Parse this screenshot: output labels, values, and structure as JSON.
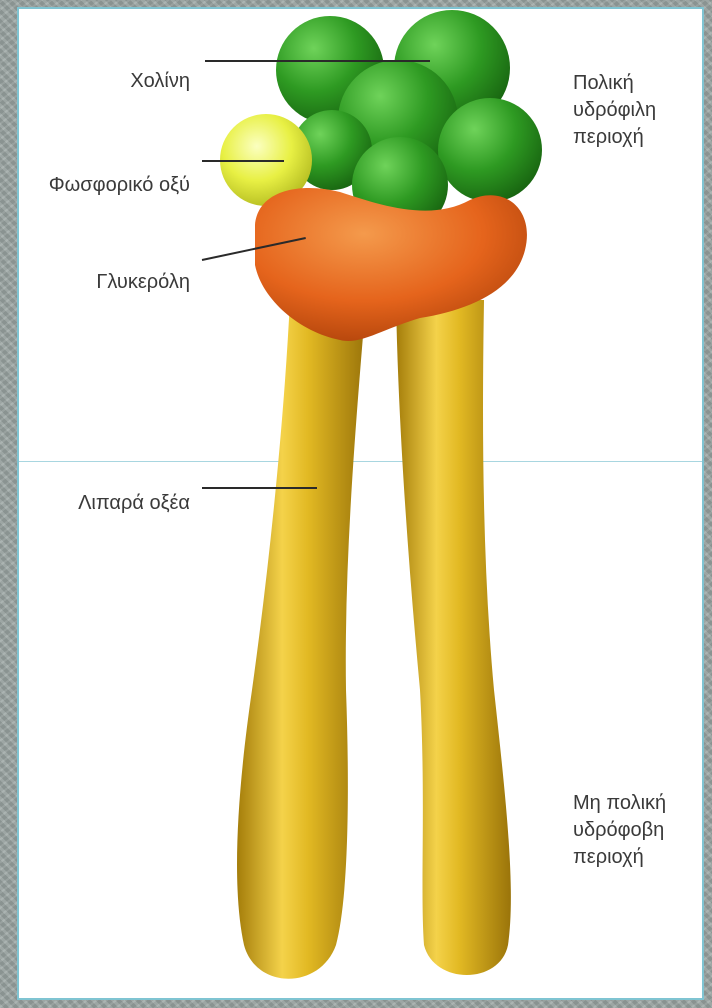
{
  "diagram": {
    "labels": {
      "choline": "Χολίνη",
      "phosphoric_acid": "Φωσφορικό οξύ",
      "glycerol": "Γλυκερόλη",
      "fatty_acids": "Λιπαρά οξέα"
    },
    "regions": {
      "polar": [
        "Πολική",
        "υδρόφιλη",
        "περιοχή"
      ],
      "nonpolar": [
        "Μη πολική",
        "υδρόφοβη",
        "περιοχή"
      ]
    },
    "colors": {
      "choline": "#2f9a22",
      "phosphate": "#e4ee3a",
      "glycerol": "#e5641c",
      "fatty_acid": "#dcb21a",
      "panel_border": "#7fc4d2"
    }
  }
}
